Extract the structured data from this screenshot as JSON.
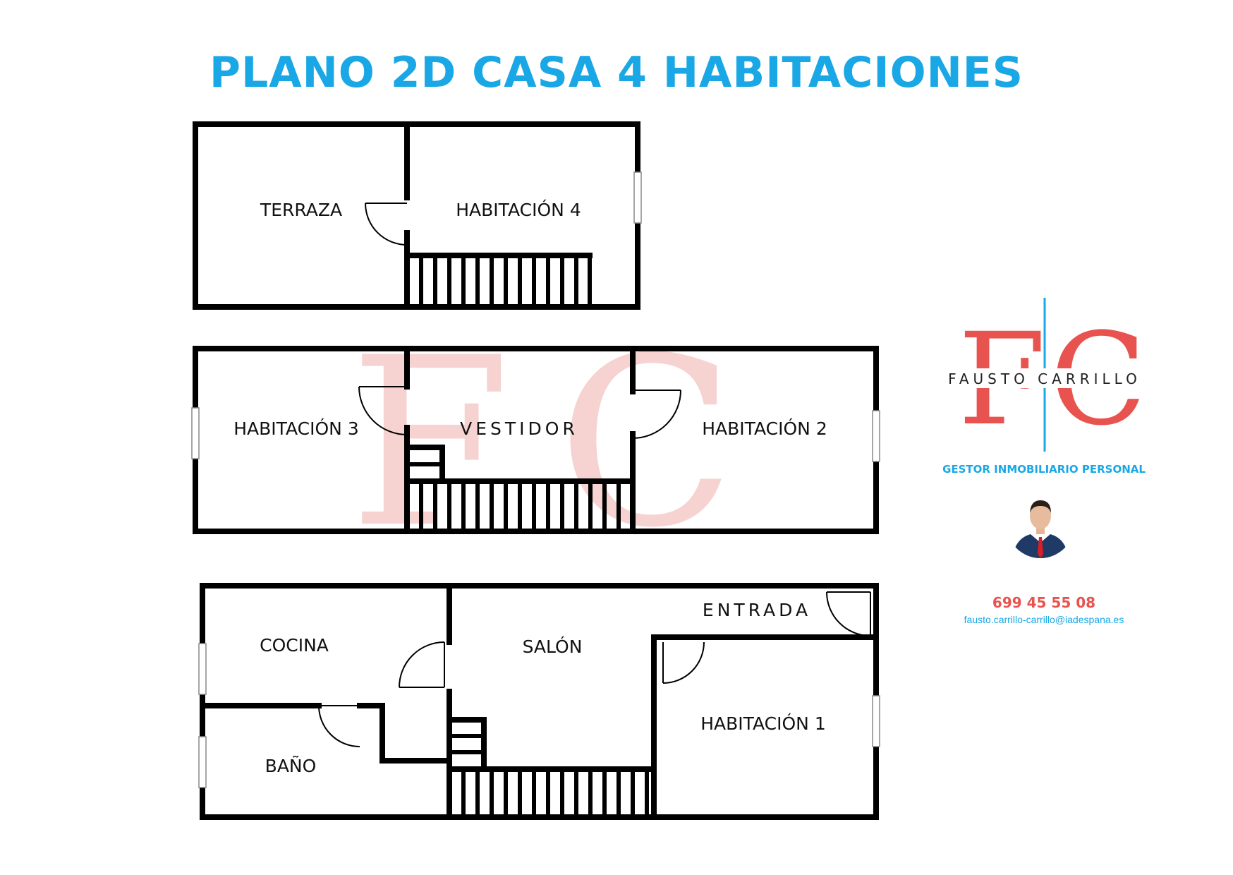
{
  "title": "PLANO 2D CASA 4 HABITACIONES",
  "rooms": {
    "terraza": "TERRAZA",
    "habitacion4": "HABITACIÓN  4",
    "habitacion3": "HABITACIÓN 3",
    "vestidor": "VESTIDOR",
    "habitacion2": "HABITACIÓN 2",
    "cocina": "COCINA",
    "salon": "SALÓN",
    "entrada": "ENTRADA",
    "habitacion1": "HABITACIÓN 1",
    "bano": "BAÑO"
  },
  "brand": {
    "logo_letters": "FC",
    "name": "FAUSTO  CARRILLO",
    "tagline": "GESTOR INMOBILIARIO PERSONAL",
    "phone": "699 45 55 08",
    "email": "fausto.carrillo-carrillo@iadespana.es"
  },
  "colors": {
    "title": "#19a7e5",
    "wall": "#000000",
    "logo_letters": "#e8534f",
    "watermark": "#f6cfcc",
    "tagline": "#19a7e5",
    "phone": "#e8534f"
  }
}
